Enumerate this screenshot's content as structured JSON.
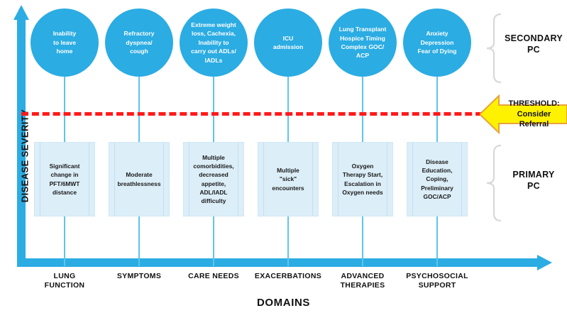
{
  "diagram": {
    "y_axis_label": "DISEASE SEVERITY",
    "x_axis_label": "DOMAINS",
    "threshold": {
      "label": "THRESHOLD:\nConsider\nReferral",
      "line_color": "#FF1A1A",
      "arrow_fill": "#FFF200",
      "arrow_stroke": "#E8A33D"
    },
    "tiers": [
      {
        "name": "secondary",
        "label": "SECONDARY\nPC"
      },
      {
        "name": "primary",
        "label": "PRIMARY\nPC"
      }
    ],
    "colors": {
      "circle_fill": "#2BACE3",
      "circle_text": "#FFFFFF",
      "box_fill": "#DCEEF8",
      "box_text": "#1A1A1A",
      "axis": "#2BACE3",
      "stem": "#5EC5EB"
    },
    "columns": [
      {
        "domain": "LUNG\nFUNCTION",
        "secondary": "Inability\nto leave\nhome",
        "primary": "Significant\nchange in\nPFT/6MWT\ndistance"
      },
      {
        "domain": "SYMPTOMS",
        "secondary": "Refractory\ndyspnea/\ncough",
        "primary": "Moderate\nbreathlessness"
      },
      {
        "domain": "CARE NEEDS",
        "secondary": "Extreme weight\nloss, Cachexia,\nInability to\ncarry out ADLs/\nIADLs",
        "primary": "Multiple\ncomorbidities,\ndecreased\nappetite,\nADL/IADL\ndifficulty"
      },
      {
        "domain": "EXACERBATIONS",
        "secondary": "ICU\nadmission",
        "primary": "Multiple\n\"sick\"\nencounters"
      },
      {
        "domain": "ADVANCED\nTHERAPIES",
        "secondary": "Lung Transplant\nHospice Timing\nComplex GOC/\nACP",
        "primary": "Oxygen\nTherapy Start,\nEscalation in\nOxygen needs"
      },
      {
        "domain": "PSYCHOSOCIAL\nSUPPORT",
        "secondary": "Anxiety\nDepression\nFear of Dying",
        "primary": "Disease\nEducation,\nCoping,\nPreliminary\nGOC/ACP"
      }
    ]
  }
}
